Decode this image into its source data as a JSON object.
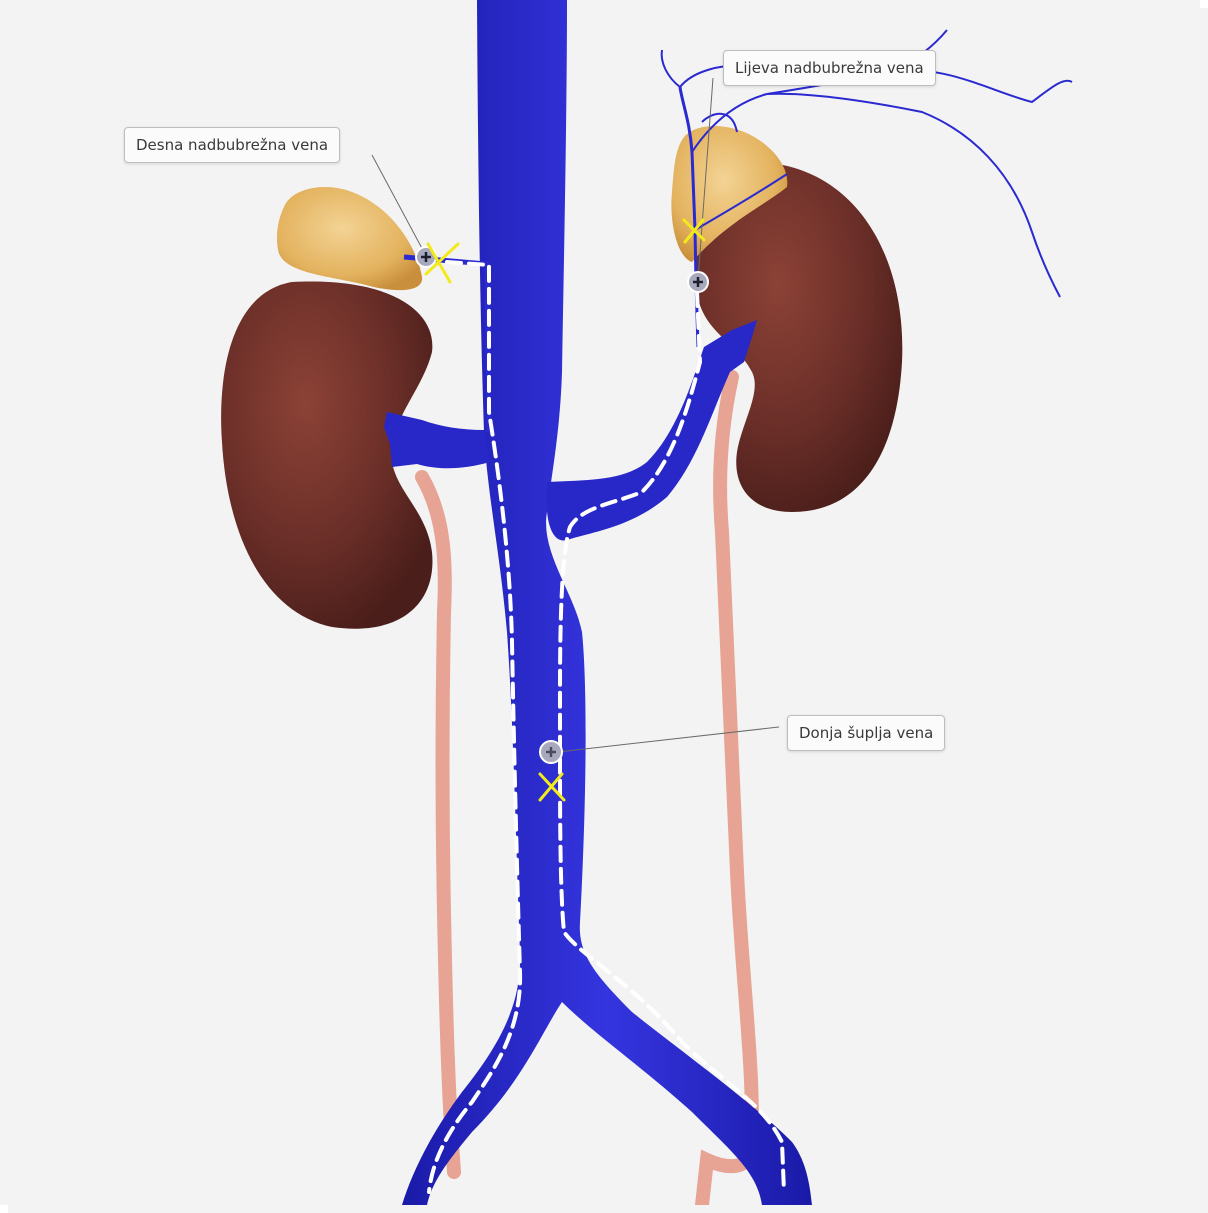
{
  "labels": {
    "right_adrenal_vein": "Desna nadbubrežna vena",
    "left_adrenal_vein": "Lijeva nadbubrežna vena",
    "inferior_vena_cava": "Donja šuplja vena"
  },
  "colors": {
    "background": "#f3f3f3",
    "vein": "#2222c8",
    "kidney": "#6a2e28",
    "adrenal_gland": "#e8b866",
    "ureter": "#e8a898",
    "route_dash": "#ffffff",
    "cut_marker": "#f2ea1a",
    "pin": "#9a9ab0"
  },
  "icons": {
    "pin": "plus-circle-icon",
    "cut": "x-cut-icon"
  }
}
